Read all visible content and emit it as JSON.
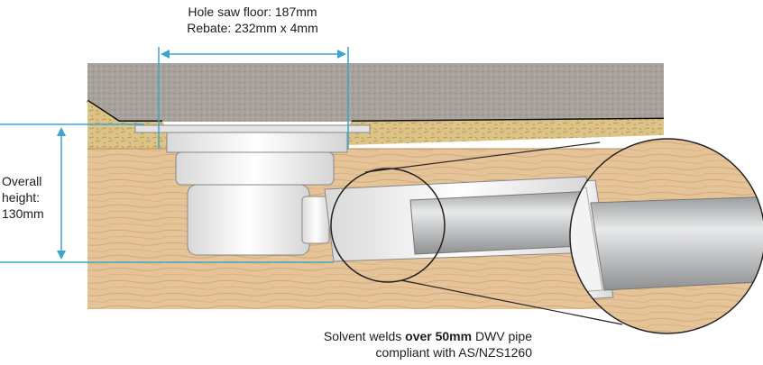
{
  "labels": {
    "hole_saw": "Hole saw floor: 187mm",
    "rebate": "Rebate: 232mm x 4mm",
    "overall_height_1": "Overall",
    "overall_height_2": "height:",
    "overall_height_3": "130mm",
    "weld_pre": "Solvent welds ",
    "weld_bold": "over 50mm",
    "weld_post": " DWV pipe",
    "weld_line2": "compliant with AS/NZS1260"
  },
  "colors": {
    "dimension_line": "#3aa6d0",
    "floor_tile": "#a7a29c",
    "timber": "#e6c49a",
    "particleboard": "#dcc488",
    "pipe": "#c9cbcd",
    "fitting": "#f2f2f2"
  }
}
